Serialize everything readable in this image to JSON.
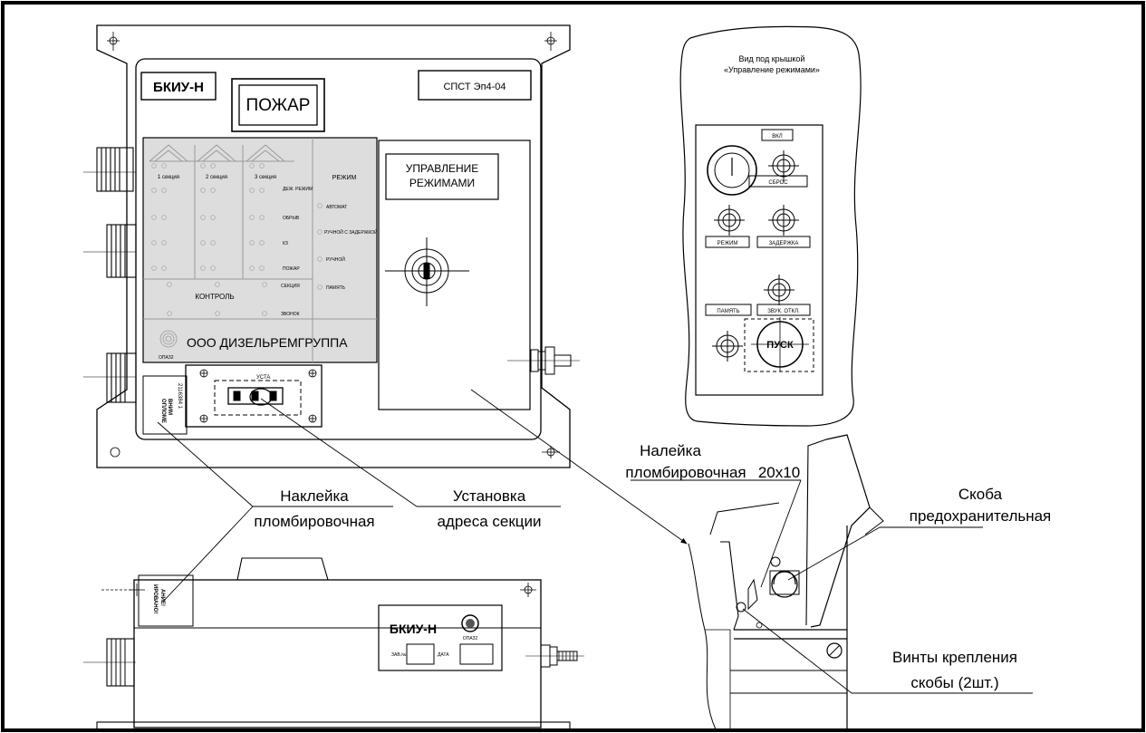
{
  "front_panel": {
    "label_bkiu": "БКИУ-Н",
    "label_pozhar": "ПОЖАР",
    "label_spst": "СПСТ Эп4-04",
    "sections": [
      "1 секция",
      "2 секция",
      "3 секция"
    ],
    "rezhim_title": "РЕЖИМ",
    "status_labels": [
      "ДЕЖ. РЕЖИМ",
      "ОБРЫВ",
      "КЗ",
      "ПОЖАР"
    ],
    "mode_items": [
      "АВТОМАТ",
      "РУЧНОЙ С ЗАДЕРЖКОЙ",
      "РУЧНОЙ",
      "ПАМЯТЬ"
    ],
    "kontrol": "КОНТРОЛЬ",
    "kontrol_items": [
      "СЕКЦИЯ",
      "ЗВОНОК"
    ],
    "company": "ООО ДИЗЕЛЬРЕМГРУППА",
    "small_mark": "ОПАЗ2",
    "control_cover": "УПРАВЛЕНИЕ РЕЖИМАМИ",
    "sticker_text": [
      "ВНИМ",
      "ОПЛОМЕ",
      "2116384 1"
    ],
    "address_plate": "УСТА"
  },
  "inset_panel": {
    "title_line1": "Вид под крышкой",
    "title_line2": "«Управление режимами»",
    "buttons": {
      "vkl": "ВКЛ",
      "sbros": "СБРОС",
      "rezhim": "РЕЖИМ",
      "zaderzhka": "ЗАДЕРЖКА",
      "pamyat": "ПАМЯТЬ",
      "zvuk": "ЗВУК. ОТКЛ.",
      "pusk": "ПУСК"
    }
  },
  "side_view": {
    "label": "БКИУ-Н",
    "small_mark": "ОПАЗ2",
    "field_zav": "ЗАВ.№",
    "field_data": "ДАТА",
    "sticker_text": [
      "АНИЕ!",
      "ИРОВАНО!"
    ]
  },
  "callouts": {
    "sticker_1": [
      "Наклейка",
      "пломбировочная"
    ],
    "address": [
      "Установка",
      "адреса секции"
    ],
    "sticker_2": [
      "Налейка",
      "пломбировочная"
    ],
    "sticker_2_size": "20х10",
    "bracket": [
      "Скоба",
      "предохранительная"
    ],
    "screws": [
      "Винты крепления",
      "скобы (2шт.)"
    ]
  }
}
